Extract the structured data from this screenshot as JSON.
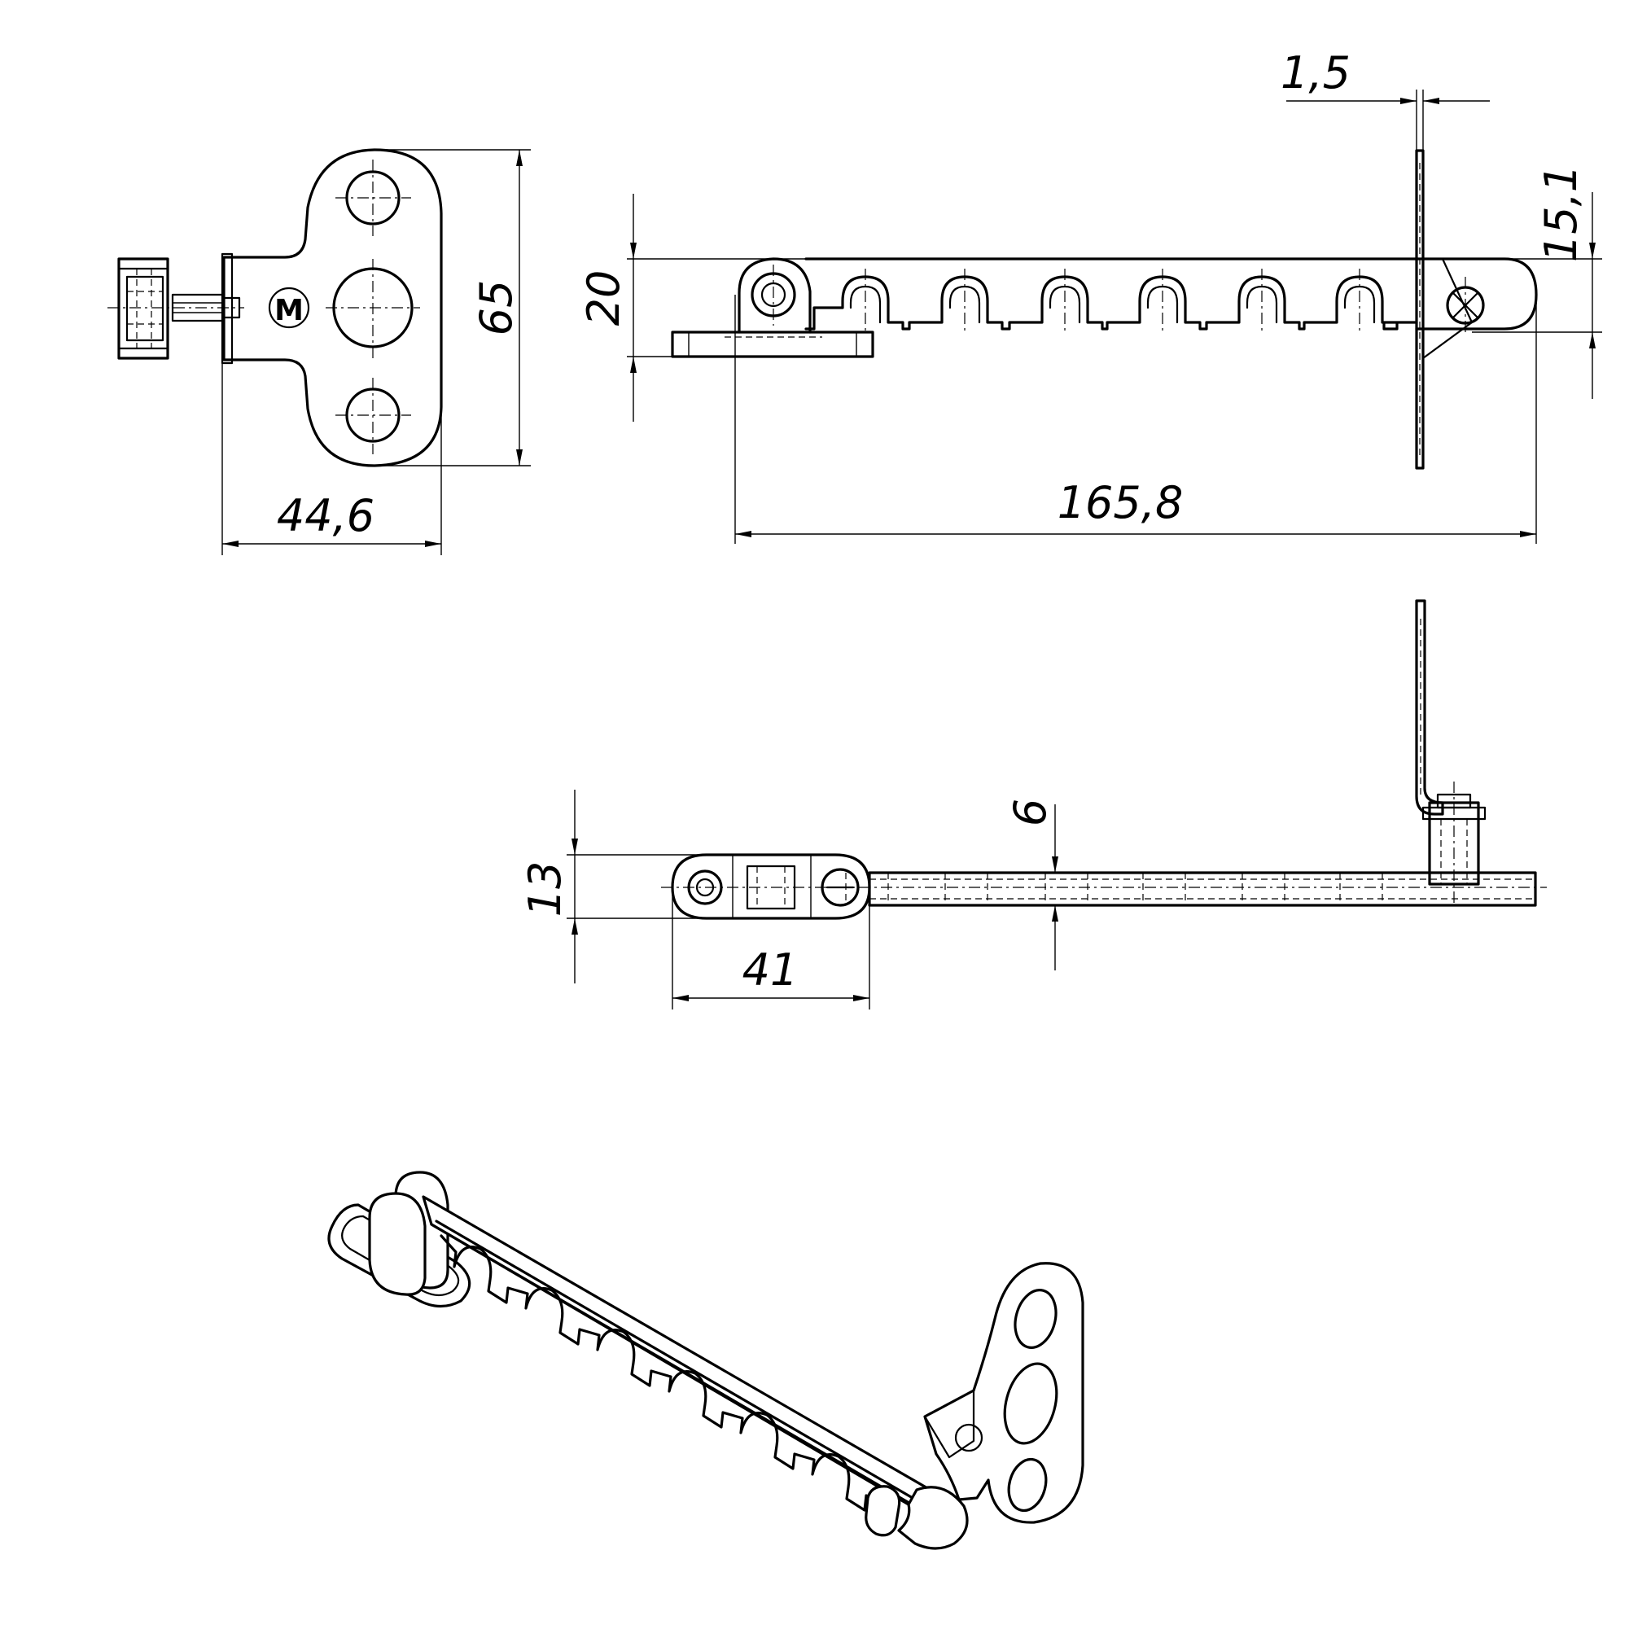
{
  "dimensions": {
    "plate_height": "65",
    "plate_width": "44,6",
    "total_length": "165,8",
    "body_height": "20",
    "plate_thickness": "1,5",
    "pin_offset": "15,1",
    "top_height": "13",
    "bar_width": "6",
    "base_length": "41"
  },
  "logo": "M",
  "colors": {
    "line": "#000000",
    "paper": "#ffffff"
  }
}
